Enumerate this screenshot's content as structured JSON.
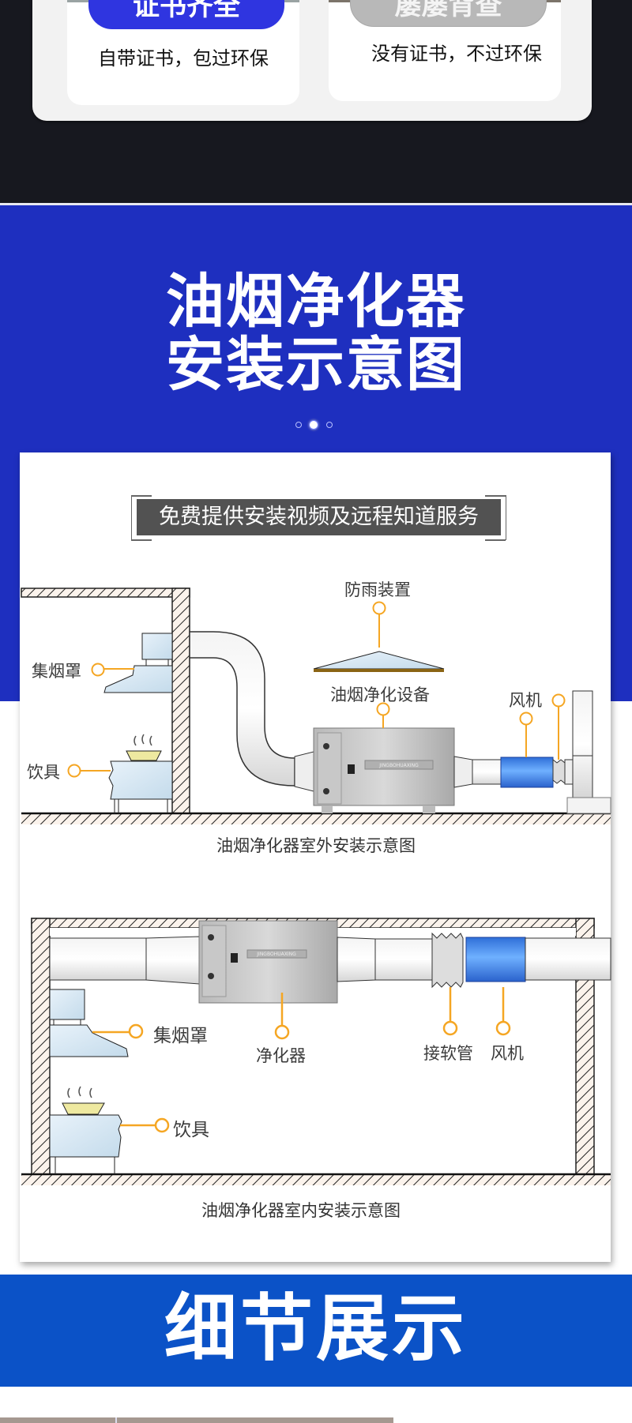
{
  "comparison": {
    "left": {
      "badge": "证书齐全",
      "description": "自带证书，包过环保"
    },
    "right": {
      "badge": "屡屡背查",
      "description": "没有证书，不过环保"
    }
  },
  "install_section": {
    "title_line1": "油烟净化器",
    "title_line2": "安装示意图",
    "carousel": {
      "total": 3,
      "active_index": 2
    },
    "banner": "免费提供安装视频及远程知道服务",
    "outdoor": {
      "caption": "油烟净化器室外安装示意图",
      "labels": {
        "rain_cap": "防雨装置",
        "hood": "集烟罩",
        "stove": "饮具",
        "purifier": "油烟净化设备",
        "fan": "风机"
      },
      "purifier_brand": "JINGBOHUAXING"
    },
    "indoor": {
      "caption": "油烟净化器室内安装示意图",
      "labels": {
        "hood": "集烟罩",
        "stove": "饮具",
        "purifier": "净化器",
        "flex_pipe": "接软管",
        "fan": "风机"
      },
      "purifier_brand": "JINGBOHUAXING"
    }
  },
  "detail_section": {
    "title": "细节展示"
  },
  "colors": {
    "dark_bg": "#17181f",
    "install_blue": "#1e2fbf",
    "detail_blue": "#0b52c7",
    "badge_blue": "#2f35e0",
    "badge_gray": "#b8b8b8",
    "callout_orange": "#f5a623",
    "fan_blue": "#3f86ea"
  }
}
